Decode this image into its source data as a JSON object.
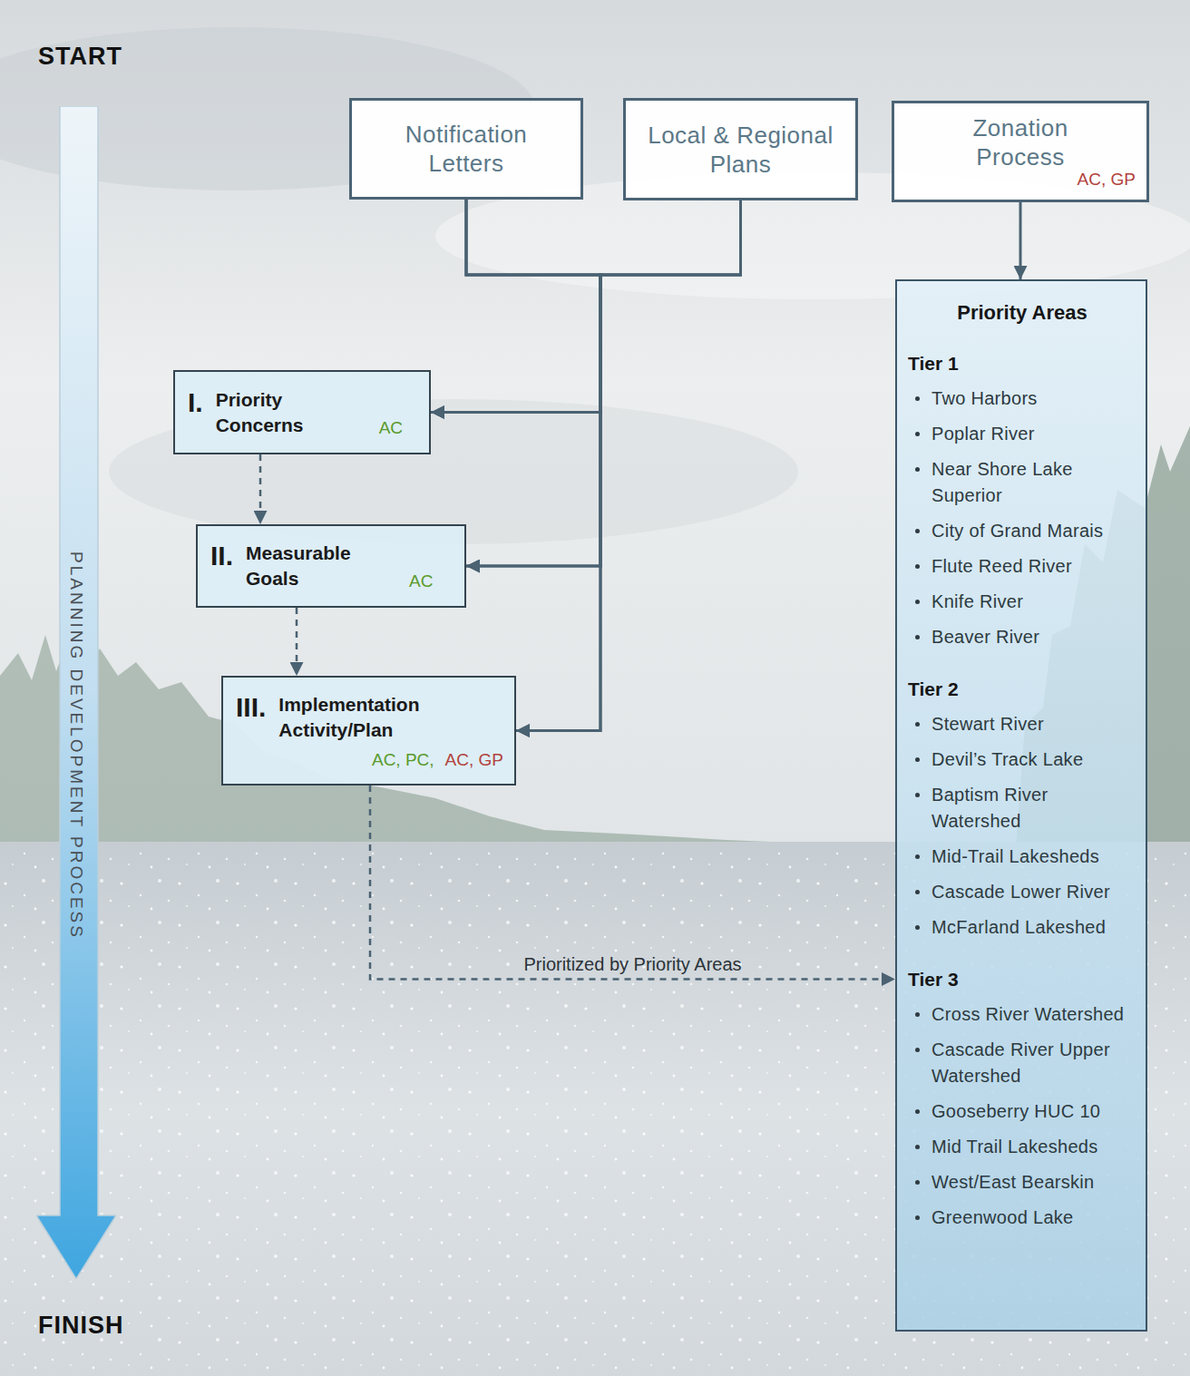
{
  "diagram": {
    "nodes": [
      {
        "text": [
          "PLANNING DEVELOPMENT PROCESS"
        ]
      },
      {
        "text": [
          "Notification Letters"
        ]
      },
      {
        "text": [
          "Local & Regional Plans"
        ]
      },
      {
        "text": [
          "Zonation Process",
          "AC, GP"
        ]
      },
      {
        "text": [
          "Priority Areas",
          "Tier 1",
          "Two Harbors",
          "Poplar River",
          "Near Shore Lake Superior",
          "City of Grand Marais",
          "Flute Reed River",
          "Knife River",
          "Beaver River",
          "Tier 2",
          "Stewart River",
          "Devil’s Track Lake",
          "Baptism River Watershed",
          "Mid-Trail Lakesheds",
          "Cascade Lower River",
          "McFarland Lakeshed",
          "Tier 3",
          "Cross River Watershed",
          "Cascade River Upper Watershed",
          "Gooseberry HUC 10",
          "Mid Trail Lakesheds",
          "West/East Bearskin",
          "Greenwood Lake"
        ]
      },
      {
        "text": [
          "I.",
          "Priority Concerns",
          "AC"
        ]
      },
      {
        "text": [
          "II.",
          "Measurable Goals",
          "AC"
        ]
      },
      {
        "text": [
          "III.",
          "Implementation Activity/Plan",
          "AC, PC,",
          "AC, GP"
        ]
      }
    ],
    "edges": [
      {
        "from": 1,
        "to": 5,
        "arrow": "to"
      },
      {
        "from": 1,
        "to": 6,
        "arrow": "to"
      },
      {
        "from": 1,
        "to": 7,
        "arrow": "to"
      },
      {
        "from": 2,
        "to": 5,
        "arrow": "to"
      },
      {
        "from": 2,
        "to": 6,
        "arrow": "to"
      },
      {
        "from": 2,
        "to": 7,
        "arrow": "to"
      },
      {
        "from": 3,
        "to": 4,
        "arrow": "to"
      },
      {
        "from": 5,
        "to": 6,
        "arrow": "to"
      },
      {
        "from": 6,
        "to": 7,
        "arrow": "to"
      },
      {
        "from": 7,
        "to": 4,
        "label": "Prioritized by Priority Areas",
        "arrow": "to"
      }
    ],
    "labels": [
      "START",
      "FINISH"
    ]
  }
}
